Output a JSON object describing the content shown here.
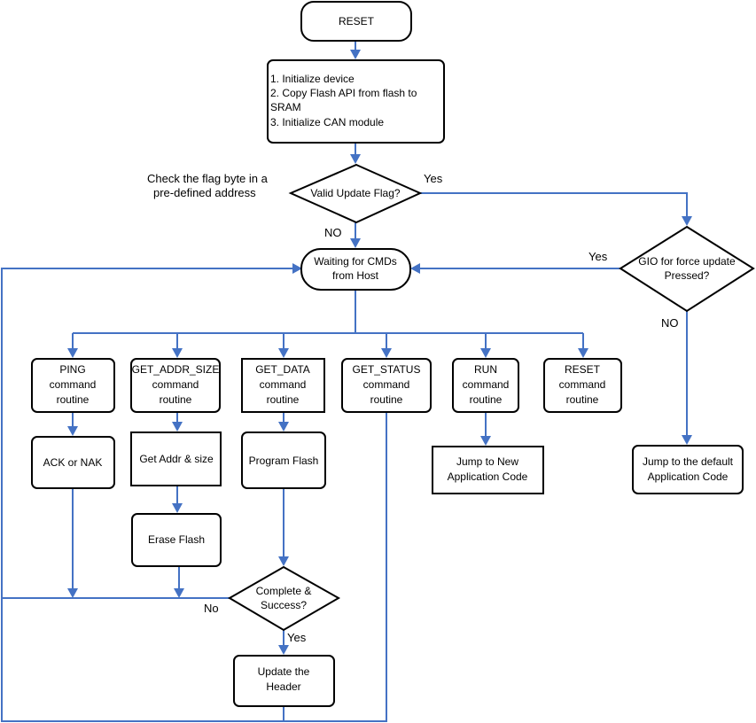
{
  "nodes": {
    "reset_start": "RESET",
    "init_1": "1. Initialize device",
    "init_2a": "2. Copy Flash API from flash to",
    "init_2b": "SRAM",
    "init_3": "3. Initialize CAN module",
    "valid_flag": "Valid Update Flag?",
    "waiting_1": "Waiting for CMDs",
    "waiting_2": "from Host",
    "gio_1": "GIO for force update",
    "gio_2": "Pressed?",
    "ping_1": "PING",
    "ping_2": "command",
    "ping_3": "routine",
    "getaddr_1": "GET_ADDR_SIZE",
    "getaddr_2": "command",
    "getaddr_3": "routine",
    "getdata_1": "GET_DATA",
    "getdata_2": "command",
    "getdata_3": "routine",
    "getstatus_1": "GET_STATUS",
    "getstatus_2": "command",
    "getstatus_3": "routine",
    "run_1": "RUN",
    "run_2": "command",
    "run_3": "routine",
    "resetcmd_1": "RESET",
    "resetcmd_2": "command",
    "resetcmd_3": "routine",
    "ack_nak": "ACK or NAK",
    "get_addr_size": "Get Addr & size",
    "program_flash": "Program Flash",
    "erase_flash": "Erase Flash",
    "complete_1": "Complete &",
    "complete_2": "Success?",
    "update_1": "Update the",
    "update_2": "Header",
    "jump_new_1": "Jump to New",
    "jump_new_2": "Application Code",
    "jump_default_1": "Jump to the default",
    "jump_default_2": "Application Code"
  },
  "labels": {
    "check_flag_1": "Check the flag byte in a",
    "check_flag_2": "pre-defined address",
    "yes_valid": "Yes",
    "no_valid": "NO",
    "yes_gio": "Yes",
    "no_gio": "NO",
    "no_complete": "No",
    "yes_complete": "Yes"
  },
  "colors": {
    "connector": "#4472C4",
    "shape_border": "#000000",
    "background": "#ffffff"
  }
}
